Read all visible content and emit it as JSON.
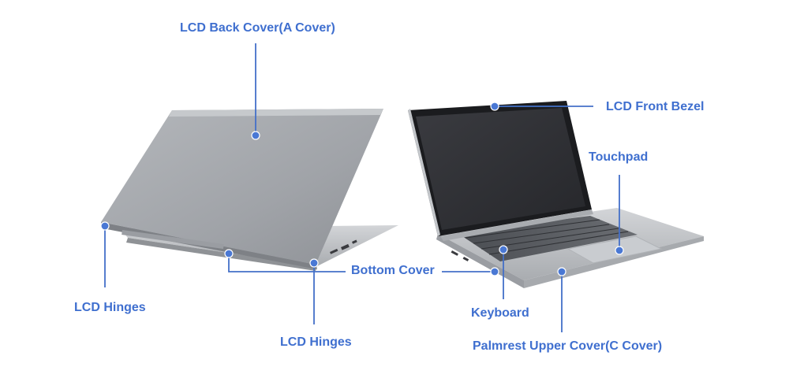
{
  "colors": {
    "label": "#3f6fcf",
    "leader": "#4470c8",
    "dot": "#4a78d4",
    "lid": "#a3a6ab",
    "lid_dark": "#8b8e93",
    "body": "#bfc2c6",
    "screen": "#2e2f33",
    "bezel": "#1b1c1f"
  },
  "labels": {
    "lcd_back_cover": "LCD Back Cover(A Cover)",
    "lcd_front_bezel": "LCD Front Bezel",
    "touchpad": "Touchpad",
    "bottom_cover": "Bottom Cover",
    "lcd_hinges_left": "LCD Hinges",
    "lcd_hinges_center": "LCD Hinges",
    "keyboard": "Keyboard",
    "palmrest": "Palmrest Upper Cover(C Cover)"
  },
  "icons": {
    "left_laptop": "laptop-rear-view-icon",
    "right_laptop": "laptop-front-view-icon"
  }
}
